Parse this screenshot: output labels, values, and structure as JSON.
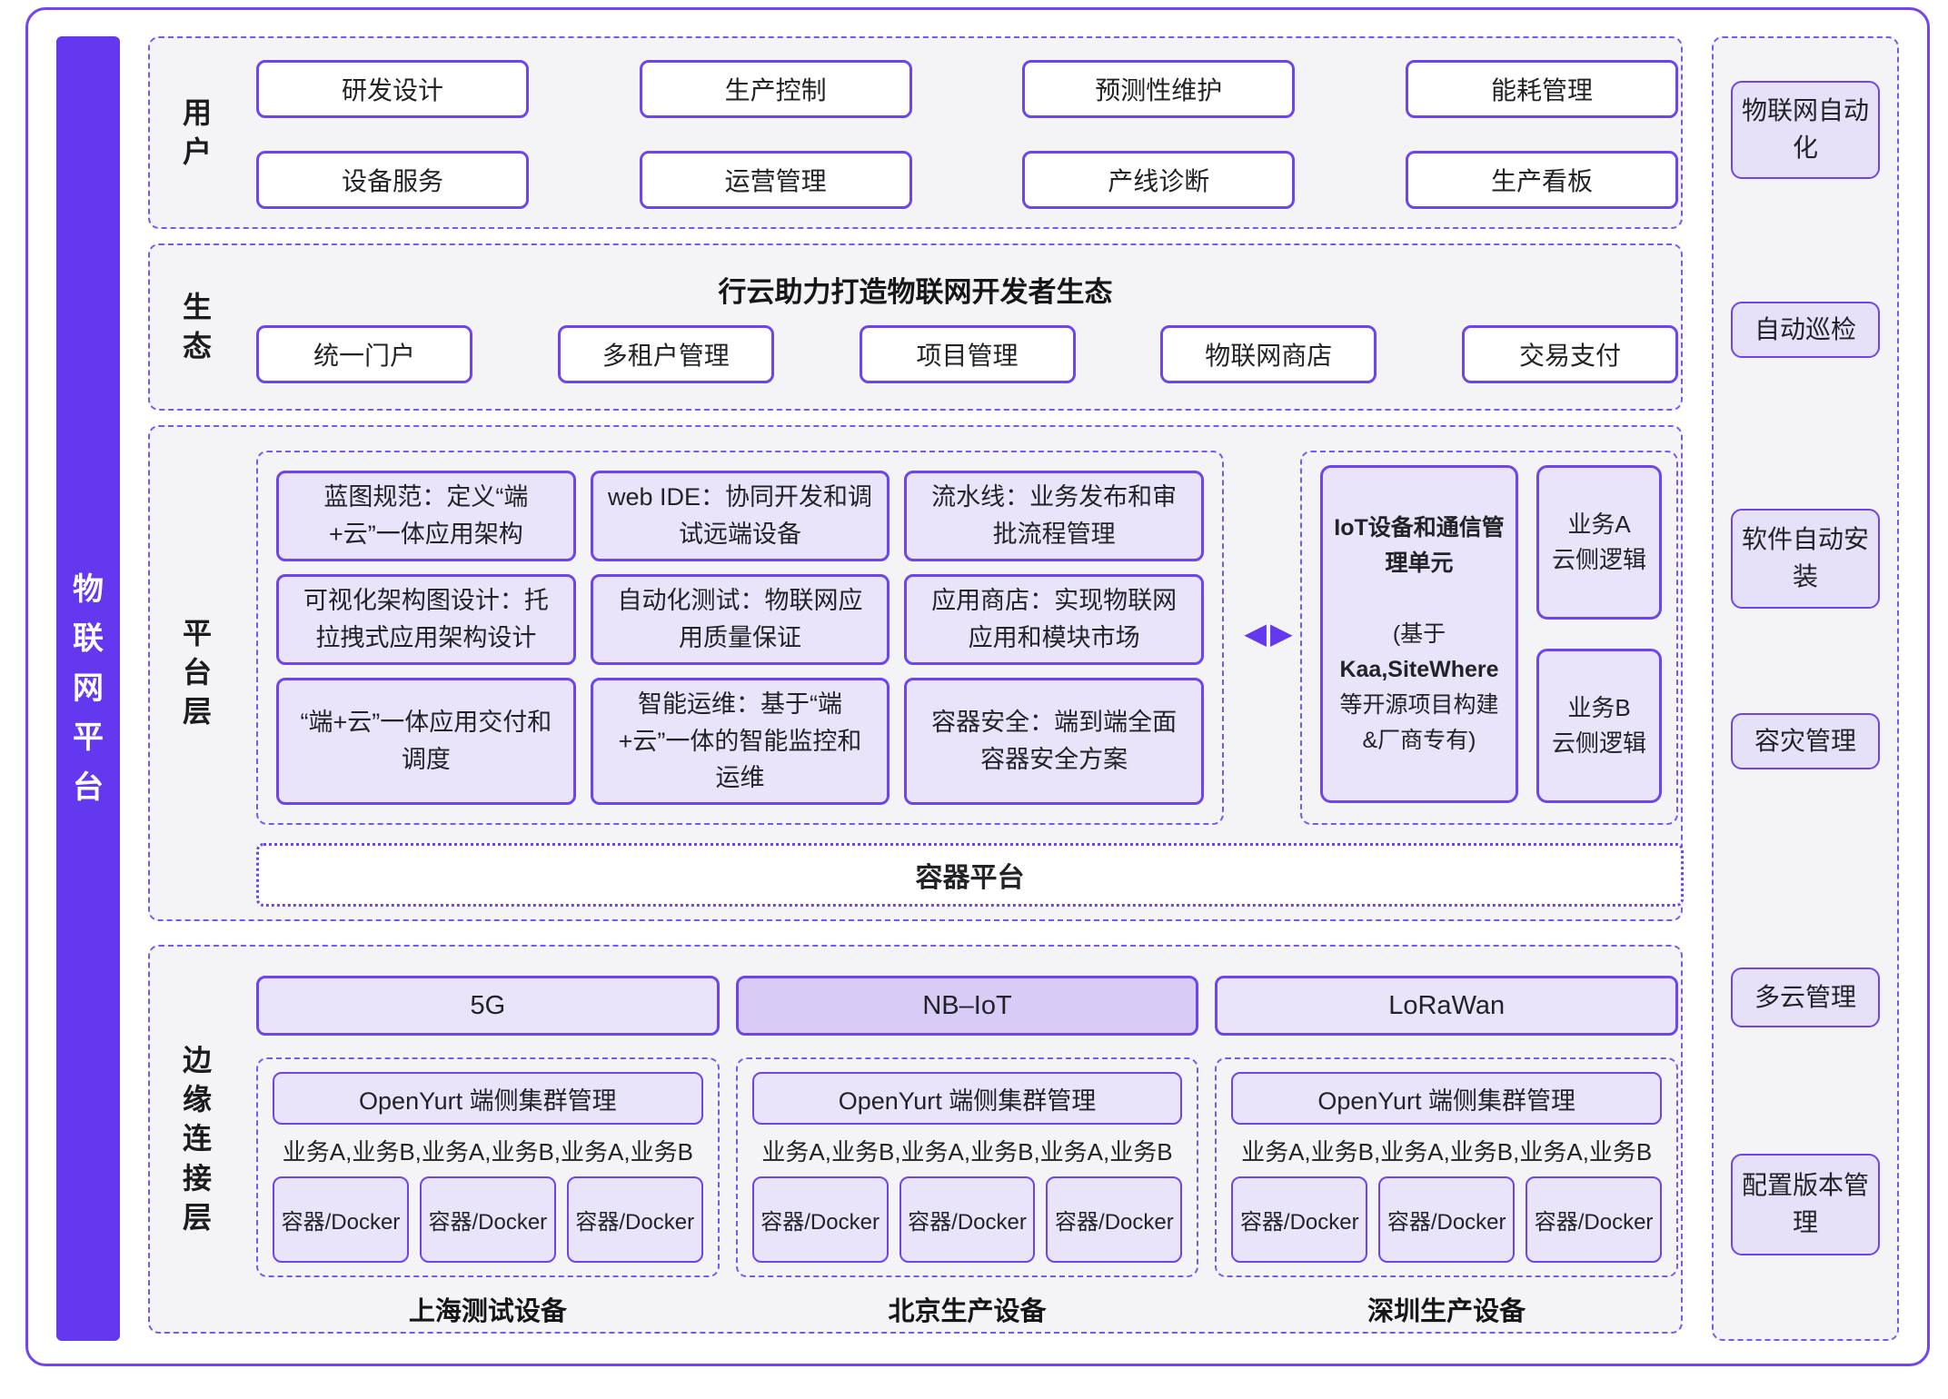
{
  "palette": {
    "accent": "#6438ef",
    "solid_border": "#6e44ee",
    "dashed_border": "#7a58f0",
    "lavender_fill": "#e9e4fa",
    "lavender_dark_fill": "#d8ccf6",
    "section_bg": "#f4f4f7",
    "text": "#222326"
  },
  "icons": {
    "left_arrow": "◀",
    "right_arrow": "▶"
  },
  "left_bar": {
    "label": "物联网平台"
  },
  "user": {
    "label": "用户",
    "buttons": [
      {
        "label": "研发设计"
      },
      {
        "label": "生产控制"
      },
      {
        "label": "预测性维护"
      },
      {
        "label": "能耗管理"
      },
      {
        "label": "设备服务"
      },
      {
        "label": "运营管理"
      },
      {
        "label": "产线诊断"
      },
      {
        "label": "生产看板"
      }
    ]
  },
  "eco": {
    "label": "生态",
    "title": "行云助力打造物联网开发者生态",
    "buttons": [
      {
        "label": "统一门户"
      },
      {
        "label": "多租户管理"
      },
      {
        "label": "项目管理"
      },
      {
        "label": "物联网商店"
      },
      {
        "label": "交易支付"
      }
    ]
  },
  "platform": {
    "label": "平台层",
    "capabilities": [
      {
        "label": "蓝图规范：定义“端+云”一体应用架构"
      },
      {
        "label": "web IDE：协同开发和调试远端设备"
      },
      {
        "label": "流水线：业务发布和审批流程管理"
      },
      {
        "label": "可视化架构图设计：托拉拽式应用架构设计"
      },
      {
        "label": "自动化测试：物联网应用质量保证"
      },
      {
        "label": "应用商店：实现物联网应用和模块市场"
      },
      {
        "label": "“端+云”一体应用交付和调度"
      },
      {
        "label": "智能运维：基于“端+云”一体的智能监控和运维"
      },
      {
        "label": "容器安全：端到端全面容器安全方案"
      }
    ],
    "iot_unit": {
      "title": "IoT设备和通信管理单元",
      "lines": [
        "(基于",
        "Kaa,SiteWhere",
        "等开源项目构建",
        "&厂商专有)"
      ]
    },
    "cloud_logic": [
      {
        "line1": "业务A",
        "line2": "云侧逻辑"
      },
      {
        "line1": "业务B",
        "line2": "云侧逻辑"
      }
    ],
    "container_platform": "容器平台"
  },
  "edge": {
    "label": "边缘连接层",
    "networks": [
      {
        "label": "5G",
        "highlight": false
      },
      {
        "label": "NB–IoT",
        "highlight": true
      },
      {
        "label": "LoRaWan",
        "highlight": false
      }
    ],
    "groups": [
      {
        "cluster": "OpenYurt 端侧集群管理",
        "services": "业务A,业务B,业务A,业务B,业务A,业务B",
        "containers": [
          "容器/Docker",
          "容器/Docker",
          "容器/Docker"
        ],
        "caption": "上海测试设备"
      },
      {
        "cluster": "OpenYurt 端侧集群管理",
        "services": "业务A,业务B,业务A,业务B,业务A,业务B",
        "containers": [
          "容器/Docker",
          "容器/Docker",
          "容器/Docker"
        ],
        "caption": "北京生产设备"
      },
      {
        "cluster": "OpenYurt 端侧集群管理",
        "services": "业务A,业务B,业务A,业务B,业务A,业务B",
        "containers": [
          "容器/Docker",
          "容器/Docker",
          "容器/Docker"
        ],
        "caption": "深圳生产设备"
      }
    ]
  },
  "sidebar": {
    "items": [
      {
        "label": "物联网自动化"
      },
      {
        "label": "自动巡检"
      },
      {
        "label": "软件自动安装"
      },
      {
        "label": "容灾管理"
      },
      {
        "label": "多云管理"
      },
      {
        "label": "配置版本管理"
      }
    ]
  }
}
